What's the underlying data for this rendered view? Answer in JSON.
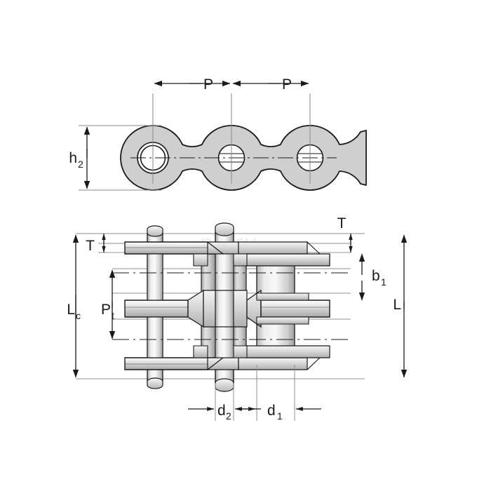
{
  "drawing": {
    "title": "Roller chain dimensional drawing",
    "background_color": "#ffffff",
    "line_color": "#1a1a1a",
    "thin_line_color": "#7a7a7a",
    "plate_fill": "#cfcfcf",
    "metal_light": "#f2f2f2",
    "metal_mid": "#d4d4d4",
    "metal_dark": "#a8a8a8",
    "watermark": "ng.ru"
  },
  "views": {
    "side_view": {
      "name": "side-view",
      "description": "Side elevation of roller chain showing link plates and pin holes"
    },
    "section_view": {
      "name": "section-view",
      "description": "Cross-section of duplex roller chain showing pins, bushings, rollers and plates"
    }
  },
  "dimensions": {
    "pitch_1": {
      "label": "P",
      "sub": "",
      "name": "dimension-pitch-1"
    },
    "pitch_2": {
      "label": "P",
      "sub": "",
      "name": "dimension-pitch-2"
    },
    "plate_height": {
      "label": "h",
      "sub": "2",
      "name": "dimension-plate-height"
    },
    "plate_thickness_left": {
      "label": "T",
      "sub": "",
      "name": "dimension-plate-thickness-left"
    },
    "plate_thickness_right": {
      "label": "T",
      "sub": "",
      "name": "dimension-plate-thickness-right"
    },
    "overall_width_cotter": {
      "label": "L",
      "sub": "c",
      "name": "dimension-overall-width-cotter"
    },
    "transverse_pitch": {
      "label": "P",
      "sub": "t",
      "name": "dimension-transverse-pitch"
    },
    "inner_width": {
      "label": "b",
      "sub": "1",
      "name": "dimension-inner-width"
    },
    "overall_width": {
      "label": "L",
      "sub": "",
      "name": "dimension-overall-width"
    },
    "pin_diameter": {
      "label": "d",
      "sub": "2",
      "name": "dimension-pin-diameter"
    },
    "roller_diameter": {
      "label": "d",
      "sub": "1",
      "name": "dimension-roller-diameter"
    }
  }
}
